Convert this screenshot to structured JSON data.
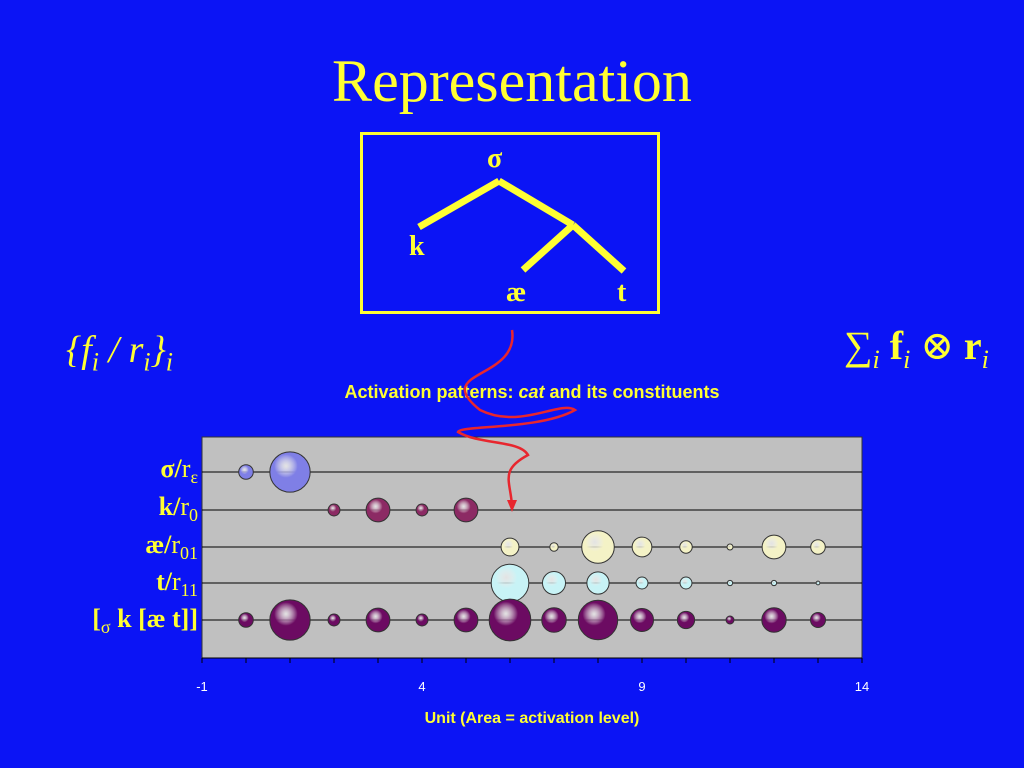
{
  "slide": {
    "title": "Representation"
  },
  "tree": {
    "root": "σ",
    "left_leaf": "k",
    "inner_left": "æ",
    "inner_right": "t"
  },
  "formulas": {
    "left": "{f_i / r_i}_i",
    "right": "∑_i f_i ⊗ r_i"
  },
  "chart_data": {
    "type": "scatter",
    "title": "Activation patterns: cat and its constituents",
    "title_parts": [
      "Activation patterns: ",
      "cat",
      " and its constituents"
    ],
    "xlabel": "Unit (Area = activation level)",
    "xlim": [
      -1,
      14
    ],
    "xticks": [
      "-1",
      "4",
      "9",
      "14"
    ],
    "rows": [
      {
        "label_main": "σ",
        "label_r": "r",
        "label_sub": "ε"
      },
      {
        "label_main": "k",
        "label_r": "r",
        "label_sub": "0"
      },
      {
        "label_main": "æ",
        "label_r": "r",
        "label_sub": "01"
      },
      {
        "label_main": "t",
        "label_r": "r",
        "label_sub": "11"
      },
      {
        "label_main": "[",
        "label_sub": "σ",
        "label_tail": " k [æ t]]"
      }
    ],
    "series": [
      {
        "color": "#7f7fe6",
        "points": [
          [
            0,
            0.3
          ],
          [
            1,
            2.3
          ]
        ]
      },
      {
        "color": "#8c2a64",
        "points": [
          [
            2,
            0.2
          ],
          [
            3,
            0.8
          ],
          [
            4,
            0.2
          ],
          [
            5,
            0.8
          ]
        ]
      },
      {
        "color": "#f4f2c6",
        "points": [
          [
            6,
            0.45
          ],
          [
            7,
            0.1
          ],
          [
            8,
            1.5
          ],
          [
            9,
            0.55
          ],
          [
            10,
            0.22
          ],
          [
            11,
            0.05
          ],
          [
            12,
            0.8
          ],
          [
            13,
            0.3
          ]
        ]
      },
      {
        "color": "#c8f3f6",
        "points": [
          [
            6,
            2.0
          ],
          [
            7,
            0.75
          ],
          [
            8,
            0.7
          ],
          [
            9,
            0.2
          ],
          [
            10,
            0.2
          ],
          [
            11,
            0.04
          ],
          [
            12,
            0.04
          ],
          [
            13,
            0.02
          ]
        ]
      },
      {
        "color": "#6c0b62",
        "points": [
          [
            0,
            0.3
          ],
          [
            1,
            2.3
          ],
          [
            2,
            0.2
          ],
          [
            3,
            0.8
          ],
          [
            4,
            0.2
          ],
          [
            5,
            0.8
          ],
          [
            6,
            2.45
          ],
          [
            7,
            0.85
          ],
          [
            8,
            2.2
          ],
          [
            9,
            0.75
          ],
          [
            10,
            0.42
          ],
          [
            11,
            0.09
          ],
          [
            12,
            0.84
          ],
          [
            13,
            0.32
          ]
        ]
      }
    ]
  }
}
